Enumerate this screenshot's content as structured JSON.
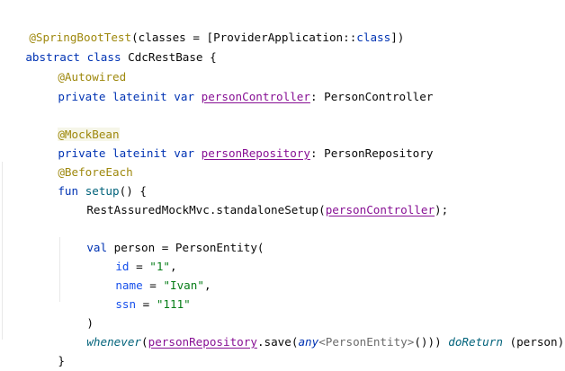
{
  "code": {
    "l1": {
      "ann": "@SpringBootTest",
      "rest": "(classes = [ProviderApplication::",
      "kw": "class",
      "end": "])"
    },
    "l2": {
      "kw1": "abstract",
      "kw2": "class",
      "name": " CdcRestBase {"
    },
    "l3": {
      "ann": "@Autowired"
    },
    "l4": {
      "kw1": "private",
      "kw2": "lateinit",
      "kw3": "var",
      "field": "personController",
      "type": ": PersonController"
    },
    "l6": {
      "ann": "@MockBean"
    },
    "l7": {
      "kw1": "private",
      "kw2": "lateinit",
      "kw3": "var",
      "field": "personRepository",
      "type": ": PersonRepository"
    },
    "l8": {
      "ann": "@BeforeEach"
    },
    "l9": {
      "kw": "fun",
      "fn": "setup",
      "rest": "() {"
    },
    "l10": {
      "prefix": "RestAssuredMockMvc.standaloneSetup(",
      "field": "personController",
      "suffix": ");"
    },
    "l12": {
      "kw": "val",
      "rest": " person = PersonEntity("
    },
    "l13": {
      "named": "id",
      "eq": " = ",
      "str": "\"1\"",
      "comma": ","
    },
    "l14": {
      "named": "name",
      "eq": " = ",
      "str": "\"Ivan\"",
      "comma": ","
    },
    "l15": {
      "named": "ssn",
      "eq": " = ",
      "str": "\"111\""
    },
    "l16": {
      "text": ")"
    },
    "l17": {
      "fn": "whenever",
      "open": "(",
      "field": "personRepository",
      "mid": ".save(",
      "any": "any",
      "gen": "<PersonEntity>",
      "close": "())) ",
      "doReturn": "doReturn",
      "end": " (person)"
    },
    "l18": {
      "text": "}"
    },
    "l19": {
      "text": "}"
    }
  }
}
